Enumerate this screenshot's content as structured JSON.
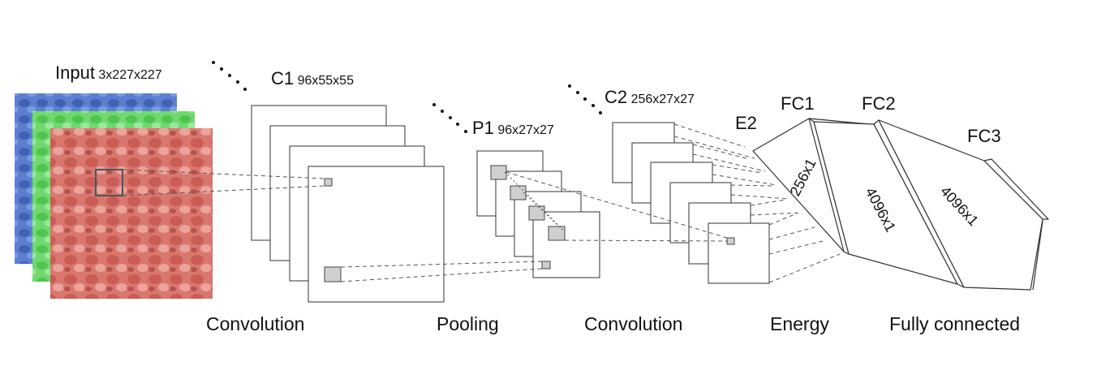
{
  "layers": {
    "input": {
      "name": "Input",
      "dims": "3x227x227"
    },
    "c1": {
      "name": "C1",
      "dims": "96x55x55"
    },
    "p1": {
      "name": "P1",
      "dims": "96x27x27"
    },
    "c2": {
      "name": "C2",
      "dims": "256x27x27"
    },
    "e2": {
      "name": "E2"
    },
    "fc1": {
      "name": "FC1",
      "size": "256x1"
    },
    "fc2": {
      "name": "FC2",
      "size": "4096x1"
    },
    "fc3": {
      "name": "FC3",
      "size": "4096x1"
    }
  },
  "stages": {
    "conv1": "Convolution",
    "pool": "Pooling",
    "conv2": "Convolution",
    "energy": "Energy",
    "fc": "Fully connected"
  },
  "colors": {
    "input_blue": "#4a6fc4",
    "input_green": "#5fd35f",
    "input_red": "#d9716a",
    "patch": "#cfcfcf"
  }
}
